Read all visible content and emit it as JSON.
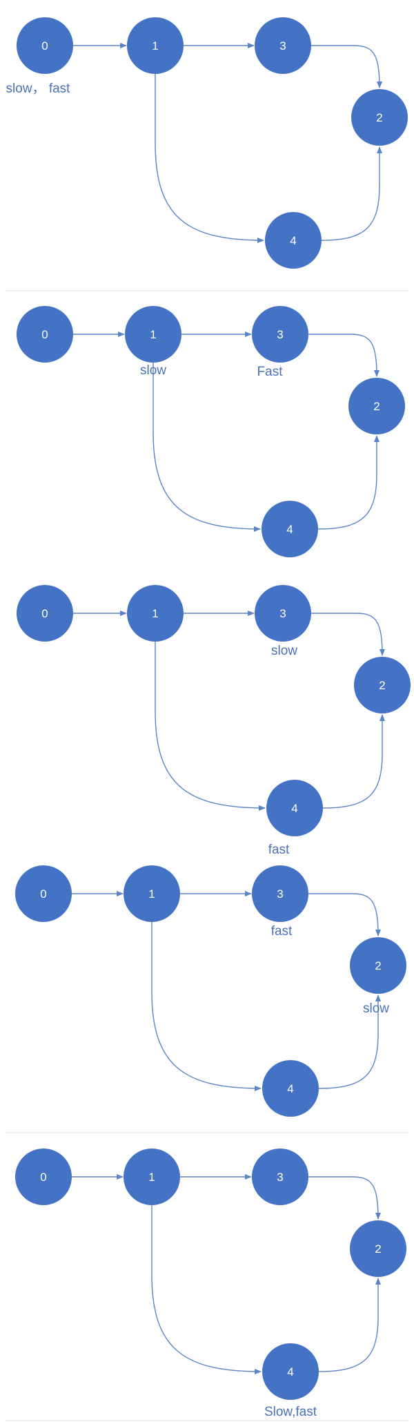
{
  "colors": {
    "node": "#4472c4",
    "edge": "#5b84c8",
    "divider": "#dde4ee",
    "pointer_text": "#4a72b8"
  },
  "panels": [
    {
      "nodes": [
        "0",
        "1",
        "3",
        "2",
        "4"
      ],
      "pointers": [
        {
          "node": "0",
          "text": "slow， fast"
        }
      ]
    },
    {
      "nodes": [
        "0",
        "1",
        "3",
        "2",
        "4"
      ],
      "pointers": [
        {
          "node": "1",
          "text": "slow"
        },
        {
          "node": "3",
          "text": "Fast"
        }
      ]
    },
    {
      "nodes": [
        "0",
        "1",
        "3",
        "2",
        "4"
      ],
      "pointers": [
        {
          "node": "3",
          "text": "slow"
        },
        {
          "node": "4",
          "text": "fast"
        }
      ]
    },
    {
      "nodes": [
        "0",
        "1",
        "3",
        "2",
        "4"
      ],
      "pointers": [
        {
          "node": "3",
          "text": "fast"
        },
        {
          "node": "2",
          "text": "slow"
        }
      ]
    },
    {
      "nodes": [
        "0",
        "1",
        "3",
        "2",
        "4"
      ],
      "pointers": [
        {
          "node": "4",
          "text": "Slow,fast"
        }
      ]
    }
  ]
}
